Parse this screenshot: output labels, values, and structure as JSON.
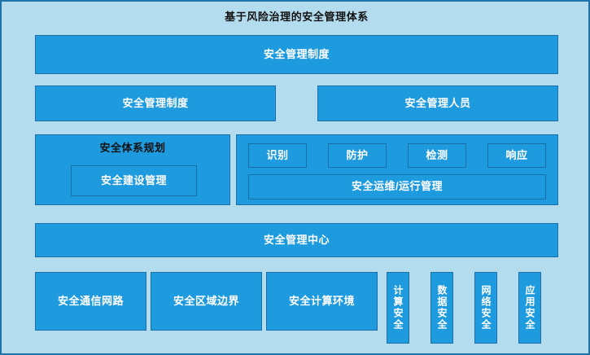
{
  "title": "基于风险治理的安全管理体系",
  "colors": {
    "canvas_background": "#b3dcee",
    "canvas_border": "#1e73a8",
    "box_fill": "#1e9ade",
    "box_border": "#1e6fa8",
    "box_text": "#ffffff",
    "heading_text": "#111111"
  },
  "rows": {
    "row1": {
      "banner": {
        "label": "安全管理制度"
      }
    },
    "row2": {
      "left": {
        "label": "安全管理制度"
      },
      "right": {
        "label": "安全管理人员"
      }
    },
    "row3": {
      "planning_group": {
        "title": "安全体系规划",
        "child": {
          "label": "安全建设管理"
        }
      },
      "operations_group": {
        "phases": [
          {
            "label": "识别"
          },
          {
            "label": "防护"
          },
          {
            "label": "检测"
          },
          {
            "label": "响应"
          }
        ],
        "ops_bar": {
          "label": "安全运维/运行管理"
        }
      }
    },
    "row4": {
      "banner": {
        "label": "安全管理中心"
      }
    },
    "row5": {
      "wide_blocks": [
        {
          "label": "安全通信网路"
        },
        {
          "label": "安全区域边界"
        },
        {
          "label": "安全计算环境"
        }
      ],
      "vertical_blocks": [
        {
          "label": "计算安全"
        },
        {
          "label": "数据安全"
        },
        {
          "label": "网络安全"
        },
        {
          "label": "应用安全"
        }
      ]
    }
  }
}
